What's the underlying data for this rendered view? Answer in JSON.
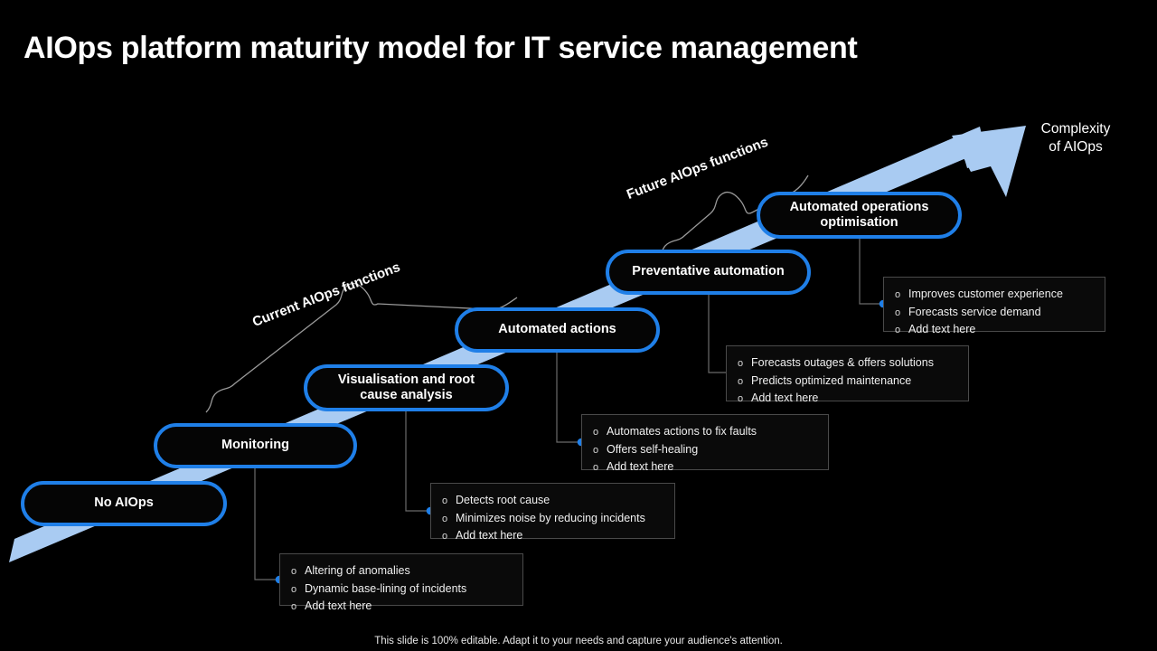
{
  "title": "AIOps platform maturity model for IT service management",
  "axis": {
    "complexity_line1": "Complexity",
    "complexity_line2": "of AIOps",
    "arrow_color": "#a9cbf2"
  },
  "braces": {
    "current": "Current AIOps functions",
    "future": "Future AIOps functions"
  },
  "theme": {
    "background": "#000000",
    "pill_border": "#1f7fe8",
    "pill_fill": "#050505",
    "box_border": "#4a4a4a",
    "box_fill": "#0a0a0a",
    "dot_color": "#1f7fe8",
    "connector_color": "#6a6a6a",
    "brace_color": "#9a9a9a",
    "text_color": "#ffffff"
  },
  "stages": [
    {
      "id": "no-aiops",
      "label": "No AIOps"
    },
    {
      "id": "monitoring",
      "label": "Monitoring"
    },
    {
      "id": "visualisation",
      "label": "Visualisation and root cause analysis"
    },
    {
      "id": "automated-actions",
      "label": "Automated actions"
    },
    {
      "id": "preventative",
      "label": "Preventative automation"
    },
    {
      "id": "automated-ops",
      "label": "Automated operations optimisation"
    }
  ],
  "callouts": [
    {
      "id": "monitoring-details",
      "items": [
        "Altering of anomalies",
        "Dynamic base-lining of incidents",
        "Add text here"
      ]
    },
    {
      "id": "visualisation-details",
      "items": [
        "Detects root cause",
        "Minimizes noise by reducing incidents",
        "Add text here"
      ]
    },
    {
      "id": "automated-actions-details",
      "items": [
        "Automates actions to fix faults",
        "Offers self-healing",
        "Add text here"
      ]
    },
    {
      "id": "preventative-details",
      "items": [
        "Forecasts outages & offers solutions",
        "Predicts optimized maintenance",
        "Add text here"
      ]
    },
    {
      "id": "automated-ops-details",
      "items": [
        "Improves customer experience",
        "Forecasts service demand",
        "Add text here"
      ]
    }
  ],
  "bullet_marker": "o",
  "footer": "This slide is 100% editable. Adapt it to your needs and capture your audience's attention."
}
